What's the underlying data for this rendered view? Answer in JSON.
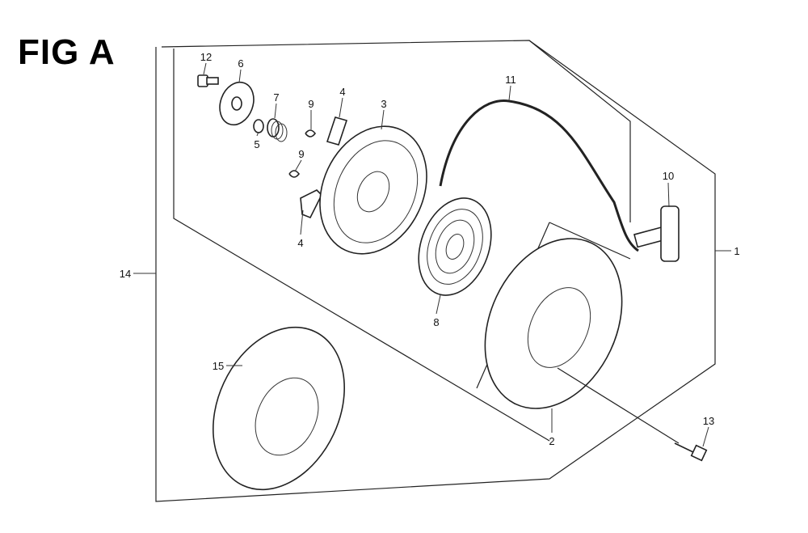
{
  "figure": {
    "title": "FIG A",
    "callouts": [
      {
        "id": "c1",
        "label": "1"
      },
      {
        "id": "c2",
        "label": "2"
      },
      {
        "id": "c3",
        "label": "3"
      },
      {
        "id": "c4a",
        "label": "4"
      },
      {
        "id": "c4b",
        "label": "4"
      },
      {
        "id": "c5",
        "label": "5"
      },
      {
        "id": "c6",
        "label": "6"
      },
      {
        "id": "c7",
        "label": "7"
      },
      {
        "id": "c8",
        "label": "8"
      },
      {
        "id": "c9a",
        "label": "9"
      },
      {
        "id": "c9b",
        "label": "9"
      },
      {
        "id": "c10",
        "label": "10"
      },
      {
        "id": "c11",
        "label": "11"
      },
      {
        "id": "c12",
        "label": "12"
      },
      {
        "id": "c13",
        "label": "13"
      },
      {
        "id": "c14",
        "label": "14"
      },
      {
        "id": "c15",
        "label": "15"
      }
    ]
  }
}
